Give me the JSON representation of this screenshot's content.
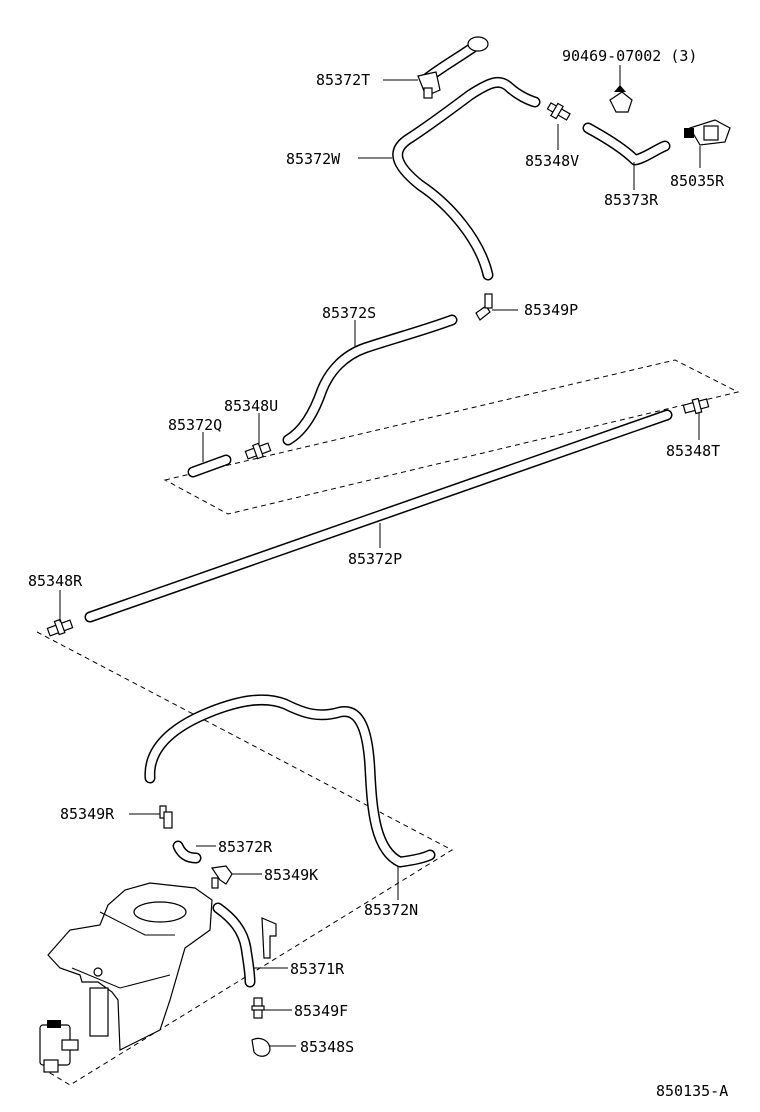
{
  "diagram_code": "850135-A",
  "parts": {
    "p85372T": "85372T",
    "p90469": "90469-07002 (3)",
    "p85372W": "85372W",
    "p85348V": "85348V",
    "p85035R": "85035R",
    "p85373R": "85373R",
    "p85349P": "85349P",
    "p85372S": "85372S",
    "p85348U": "85348U",
    "p85372Q": "85372Q",
    "p85348T": "85348T",
    "p85372P": "85372P",
    "p85348R": "85348R",
    "p85349R": "85349R",
    "p85372R": "85372R",
    "p85349K": "85349K",
    "p85372N": "85372N",
    "p85371R": "85371R",
    "p85349F": "85349F",
    "p85348S": "85348S"
  }
}
